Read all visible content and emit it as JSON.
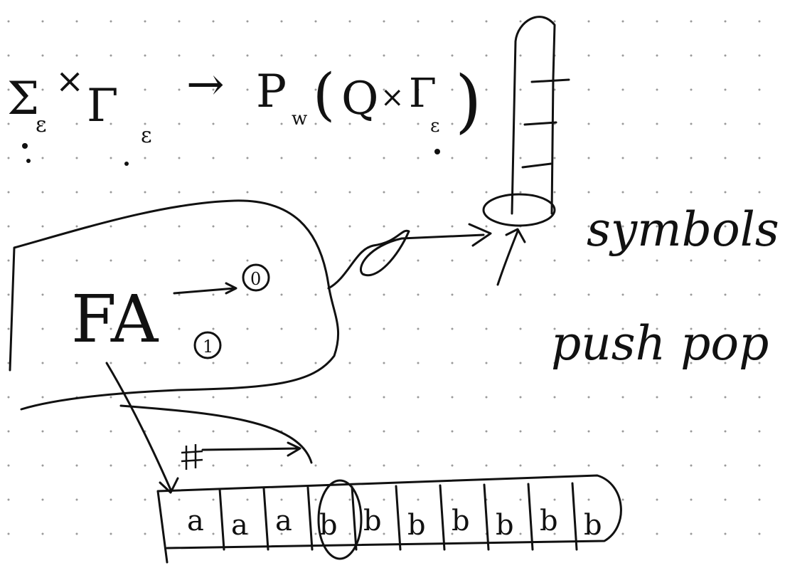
{
  "colors": {
    "ink": "#111111",
    "grid": "#9a9a9a",
    "paper": "#ffffff"
  },
  "formula": {
    "domain_sigma": "Σ",
    "eps1": "ε",
    "times1": "×",
    "domain_gamma": "Γ",
    "eps2": "ε",
    "arrow": "→",
    "power_set": "P",
    "power_sub": "w",
    "open_paren": "(",
    "q": "Q",
    "times2": "×",
    "gamma2": "Γ",
    "eps3": "ε",
    "close_paren": ")"
  },
  "fa_label": "FA",
  "fa_state_1": "0",
  "fa_state_2": "1",
  "annotations": {
    "symbols": "symbols",
    "push_pop": "push pop"
  },
  "tape": {
    "cells": [
      "a",
      "a",
      "a",
      "b",
      "b",
      "b",
      "b",
      "b",
      "b",
      "b"
    ]
  }
}
